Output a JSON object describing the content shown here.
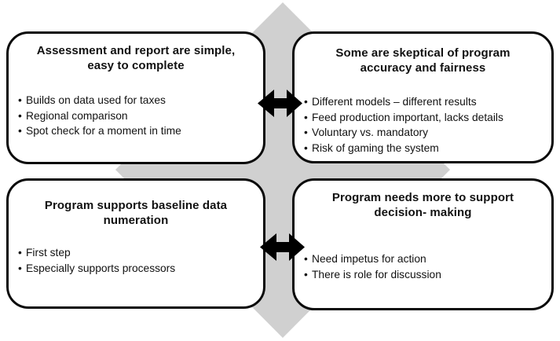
{
  "colors": {
    "diamond": "#d0d0d0",
    "box_border": "#0a0a0a",
    "box_fill": "#ffffff",
    "arrow": "#000000",
    "background": "#ffffff"
  },
  "ui": {
    "bullet_glyph": "•"
  },
  "diagram": {
    "boxes": [
      {
        "position": "top-left",
        "title_lines": [
          "Assessment and report are simple,",
          "easy to complete"
        ],
        "bullets": [
          "Builds on data used for taxes",
          "Regional comparison",
          "Spot check for a moment in time"
        ]
      },
      {
        "position": "top-right",
        "title_lines": [
          "Some are skeptical of program",
          "accuracy and fairness"
        ],
        "bullets": [
          "Different models – different results",
          "Feed production important, lacks details",
          "Voluntary vs. mandatory",
          "Risk of gaming the system"
        ]
      },
      {
        "position": "bottom-left",
        "title_lines": [
          "Program supports baseline data",
          "numeration"
        ],
        "bullets": [
          "First step",
          "Especially supports processors"
        ]
      },
      {
        "position": "bottom-right",
        "title_lines": [
          "Program needs more to support",
          "decision- making"
        ],
        "bullets": [
          "Need impetus for action",
          "There is role for discussion"
        ]
      }
    ],
    "arrows": [
      {
        "name": "double-arrow-top",
        "type": "horizontal-bidirectional"
      },
      {
        "name": "double-arrow-bottom",
        "type": "horizontal-bidirectional"
      }
    ]
  }
}
